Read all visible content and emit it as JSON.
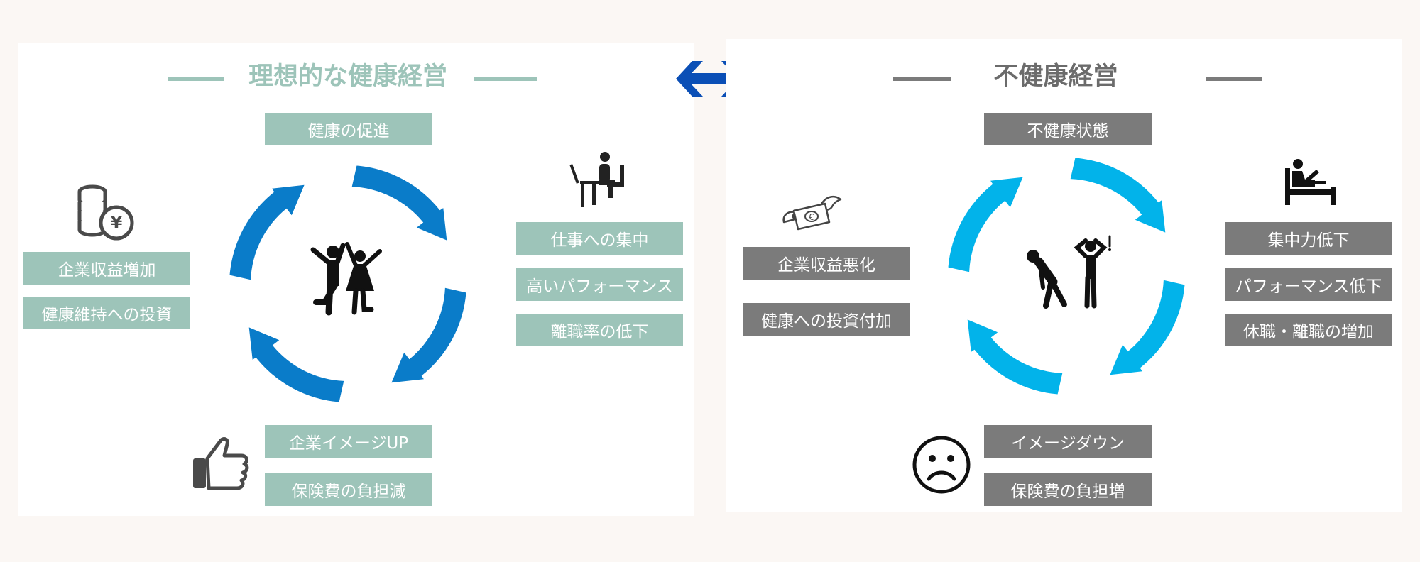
{
  "colors": {
    "page_bg": "#fbf7f4",
    "teal": "#9dc4b9",
    "gray": "#7b7b7b",
    "cycle_left": "#0a7cc9",
    "cycle_right": "#02b3ea",
    "double_arrow": "#0b4fb6"
  },
  "left": {
    "title": "理想的な健康経営",
    "top_box": "健康の促進",
    "left_boxes": [
      "企業収益増加",
      "健康維持への投資"
    ],
    "right_boxes": [
      "仕事への集中",
      "高いパフォーマンス",
      "離職率の低下"
    ],
    "bottom_boxes": [
      "企業イメージUP",
      "保険費の負担減"
    ],
    "icons": [
      "yen-coins-icon",
      "desk-worker-icon",
      "happy-people-icon",
      "thumbs-up-icon",
      "cycle-arrows-icon"
    ]
  },
  "right": {
    "title": "不健康経営",
    "top_box": "不健康状態",
    "left_boxes": [
      "企業収益悪化",
      "健康への投資付加"
    ],
    "right_boxes": [
      "集中力低下",
      "パフォーマンス低下",
      "休職・離職の増加"
    ],
    "bottom_boxes": [
      "イメージダウン",
      "保険費の負担増"
    ],
    "icons": [
      "flying-money-icon",
      "sick-in-bed-icon",
      "troubled-people-icon",
      "sad-face-icon",
      "cycle-arrows-icon"
    ]
  },
  "connector_icon": "double-arrow-icon"
}
